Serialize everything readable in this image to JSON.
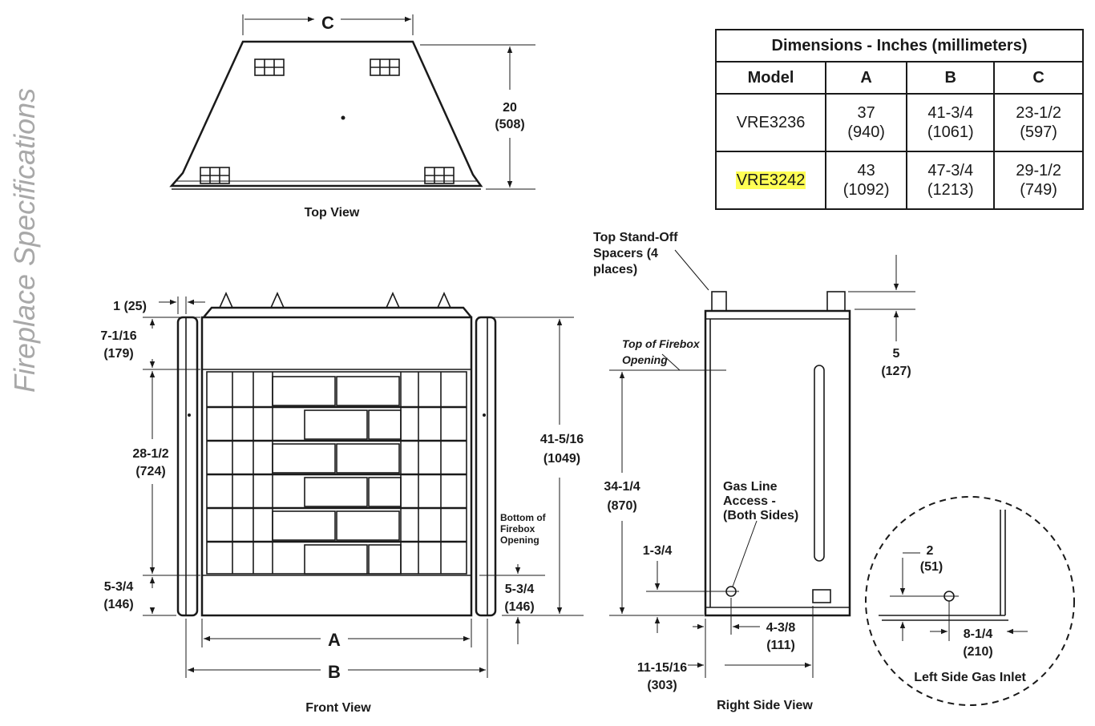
{
  "side_title": "Fireplace Specifications",
  "table": {
    "caption": "Dimensions - Inches (millimeters)",
    "headers": [
      "Model",
      "A",
      "B",
      "C"
    ],
    "rows": [
      {
        "model": "VRE3236",
        "a_in": "37",
        "a_mm": "(940)",
        "b_in": "41-3/4",
        "b_mm": "(1061)",
        "c_in": "23-1/2",
        "c_mm": "(597)",
        "highlighted": false
      },
      {
        "model": "VRE3242",
        "a_in": "43",
        "a_mm": "(1092)",
        "b_in": "47-3/4",
        "b_mm": "(1213)",
        "c_in": "29-1/2",
        "c_mm": "(749)",
        "highlighted": true
      }
    ],
    "highlight_color": "#ffff55"
  },
  "top_view": {
    "caption": "Top View",
    "dim_c": "C",
    "depth_in": "20",
    "depth_mm": "(508)"
  },
  "front_view": {
    "caption": "Front View",
    "dim_a": "A",
    "dim_b": "B",
    "side_in": "1 (25)",
    "top_in": "7-1/16",
    "top_mm": "(179)",
    "opening_in": "28-1/2",
    "opening_mm": "(724)",
    "base_left_in": "5-3/4",
    "base_left_mm": "(146)",
    "height_in": "41-5/16",
    "height_mm": "(1049)",
    "bottom_label_1": "Bottom of",
    "bottom_label_2": "Firebox",
    "bottom_label_3": "Opening",
    "base_right_in": "5-3/4",
    "base_right_mm": "(146)"
  },
  "side_view": {
    "caption": "Right Side View",
    "spacers_1": "Top Stand-Off",
    "spacers_2": "Spacers (4",
    "spacers_3": "places)",
    "firebox_top_1": "Top of Firebox",
    "firebox_top_2": "Opening",
    "spacer_h_in": "5",
    "spacer_h_mm": "(127)",
    "firebox_h_in": "34-1/4",
    "firebox_h_mm": "(870)",
    "gas_1": "Gas Line",
    "gas_2": "Access -",
    "gas_3": "(Both Sides)",
    "gas_h": "1-3/4",
    "gas_x_in": "4-3/8",
    "gas_x_mm": "(111)",
    "depth_in": "11-15/16",
    "depth_mm": "(303)"
  },
  "inlet_view": {
    "caption": "Left Side Gas Inlet",
    "h_in": "2",
    "h_mm": "(51)",
    "x_in": "8-1/4",
    "x_mm": "(210)"
  }
}
